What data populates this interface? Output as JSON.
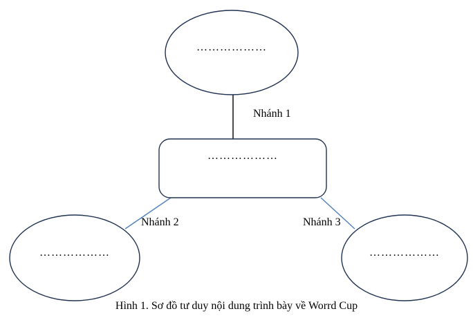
{
  "diagram": {
    "top_node_text": "………………",
    "center_node_text": "………………",
    "left_node_text": "………………",
    "right_node_text": "………………",
    "branch1_label": "Nhánh 1",
    "branch2_label": "Nhánh 2",
    "branch3_label": "Nhánh 3",
    "caption": "Hình 1. Sơ đồ tư duy nội dung trình bày về Worrd Cup"
  },
  "colors": {
    "shape_stroke": "#1f3251",
    "trunk_line": "#000000",
    "branch_line": "#4f81bd",
    "background": "#ffffff"
  }
}
